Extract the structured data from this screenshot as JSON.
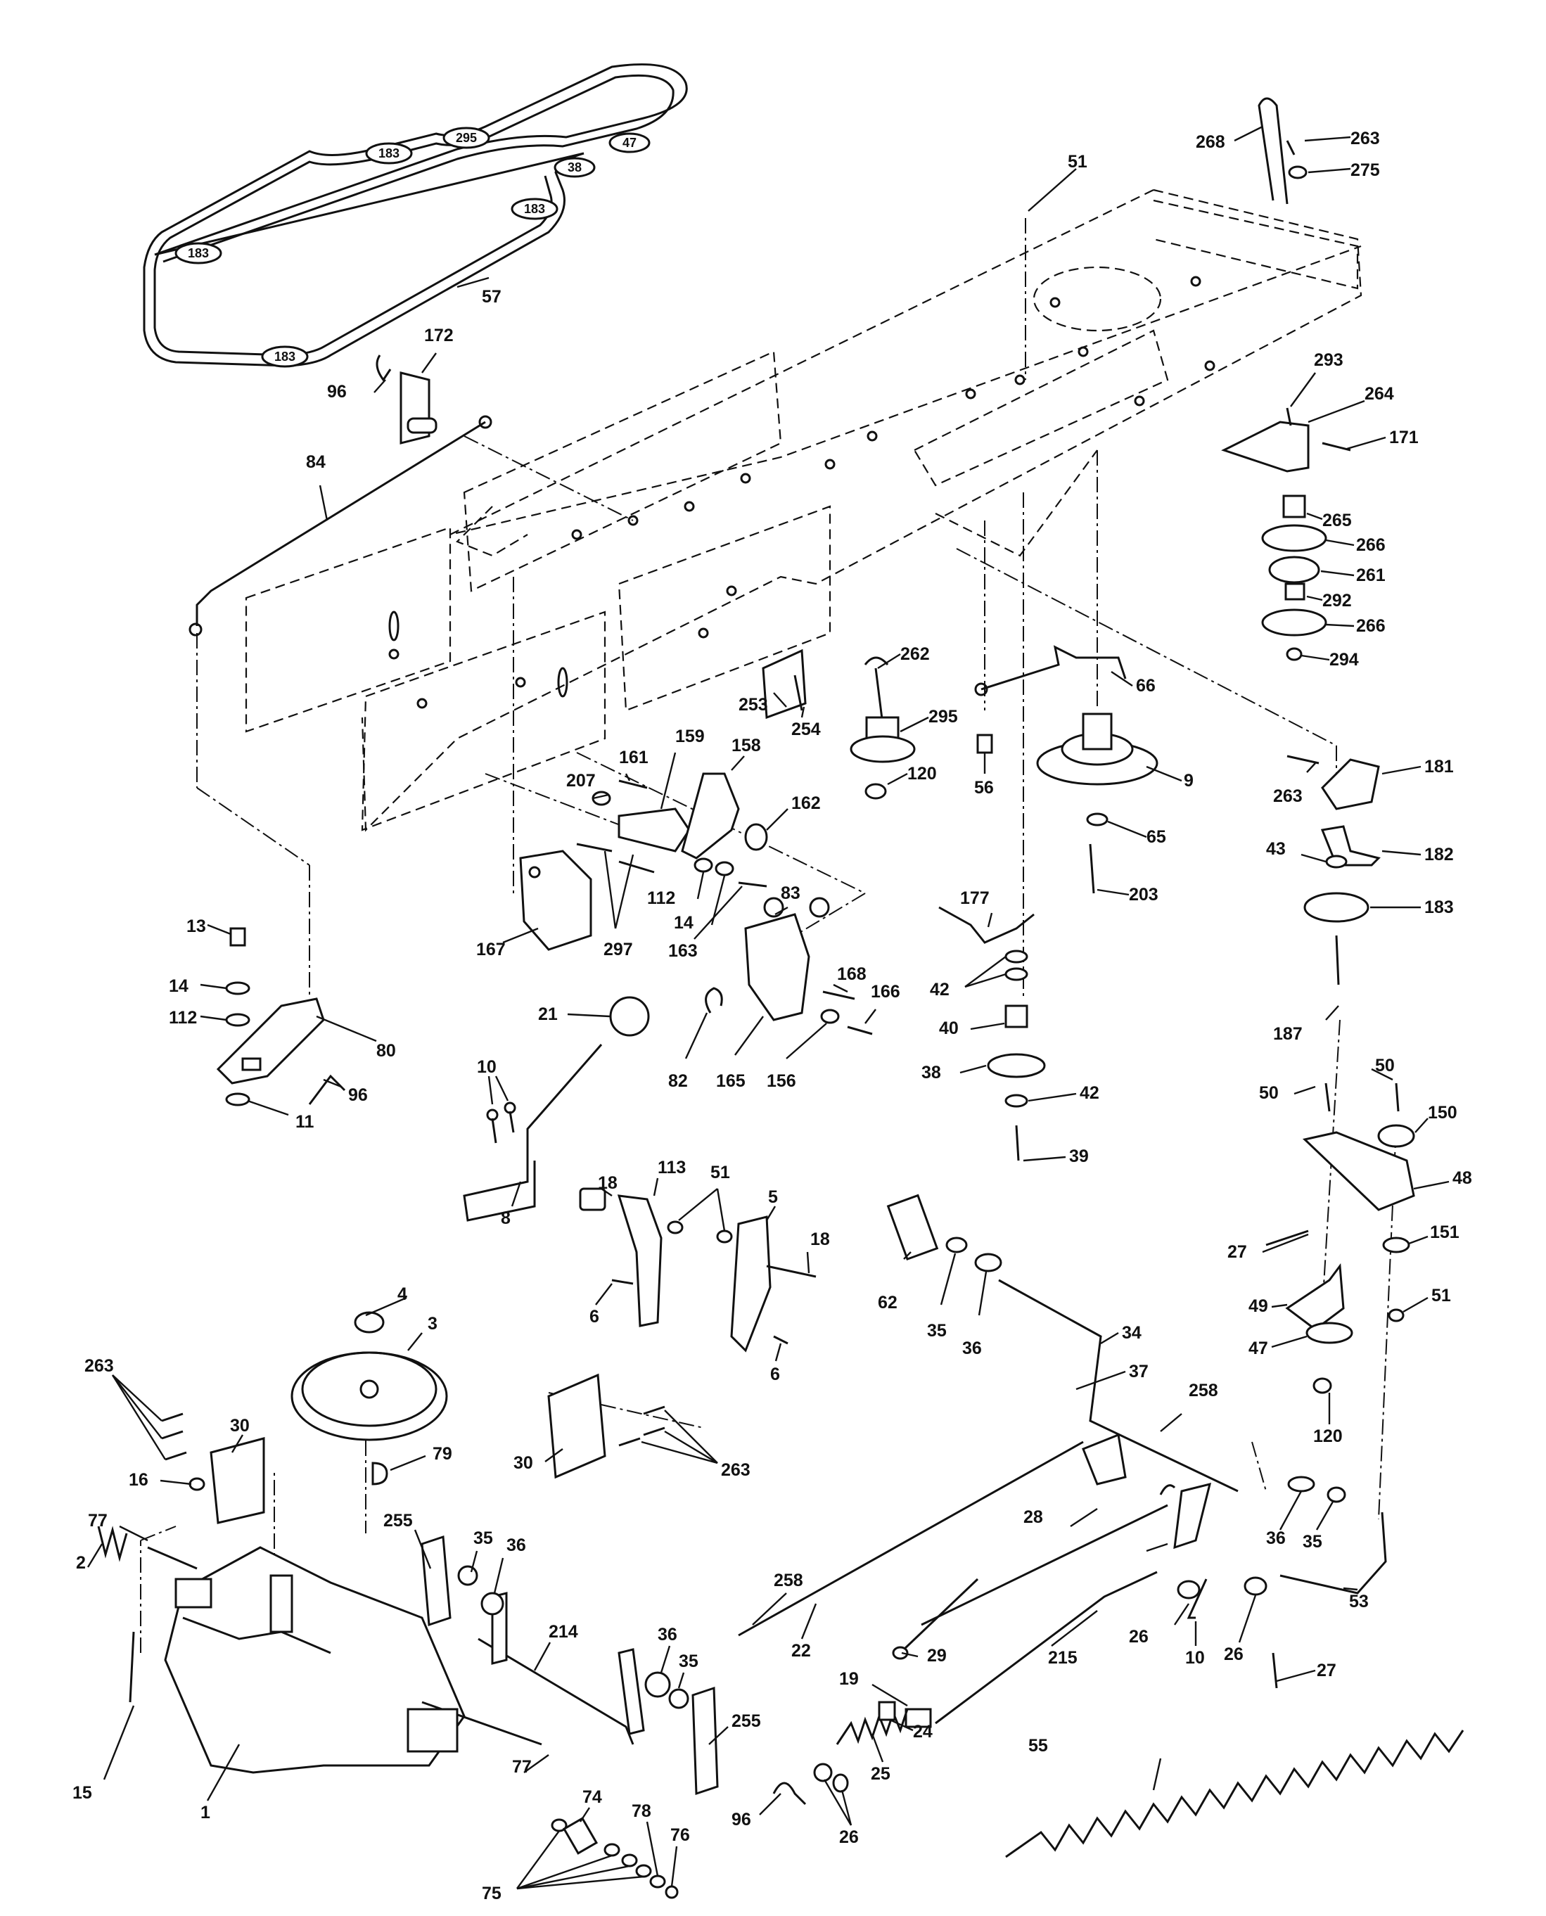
{
  "belt_labels": [
    "295",
    "47",
    "183",
    "38",
    "183",
    "183",
    "183"
  ],
  "callouts": [
    "57",
    "96",
    "172",
    "84",
    "51",
    "268",
    "263",
    "275",
    "293",
    "264",
    "171",
    "265",
    "266",
    "261",
    "292",
    "266",
    "294",
    "262",
    "295",
    "120",
    "56",
    "66",
    "9",
    "65",
    "203",
    "263",
    "181",
    "43",
    "182",
    "183",
    "187",
    "253",
    "254",
    "207",
    "161",
    "159",
    "158",
    "162",
    "112",
    "14",
    "163",
    "83",
    "167",
    "297",
    "13",
    "14",
    "112",
    "80",
    "96",
    "11",
    "21",
    "10",
    "8",
    "82",
    "165",
    "156",
    "168",
    "166",
    "177",
    "42",
    "40",
    "38",
    "42",
    "39",
    "50",
    "50",
    "150",
    "48",
    "27",
    "151",
    "51",
    "49",
    "47",
    "120",
    "18",
    "113",
    "51",
    "5",
    "18",
    "6",
    "6",
    "62",
    "35",
    "36",
    "34",
    "37",
    "258",
    "4",
    "3",
    "79",
    "263",
    "30",
    "16",
    "30",
    "263",
    "77",
    "2",
    "255",
    "35",
    "36",
    "214",
    "36",
    "35",
    "255",
    "28",
    "258",
    "22",
    "29",
    "26",
    "10",
    "26",
    "36",
    "35",
    "53",
    "27",
    "215",
    "55",
    "19",
    "24",
    "25",
    "26",
    "96",
    "15",
    "1",
    "77",
    "74",
    "75",
    "78",
    "76"
  ]
}
